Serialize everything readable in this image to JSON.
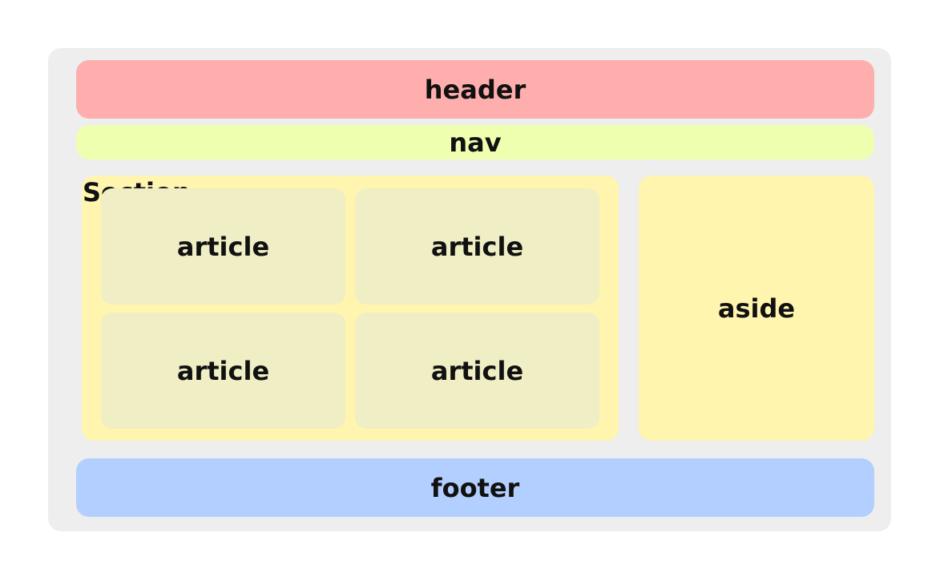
{
  "layout": {
    "header": {
      "label": "header",
      "color": "#ffaeae"
    },
    "nav": {
      "label": "nav",
      "color": "#efffb0"
    },
    "section": {
      "label": "Section",
      "color": "#fff5ae",
      "articles": [
        {
          "label": "article"
        },
        {
          "label": "article"
        },
        {
          "label": "article"
        },
        {
          "label": "article"
        }
      ],
      "article_color": "#f0eec5"
    },
    "aside": {
      "label": "aside",
      "color": "#fff5ae"
    },
    "footer": {
      "label": "footer",
      "color": "#b2cfff"
    },
    "background_color": "#eeeeee"
  }
}
